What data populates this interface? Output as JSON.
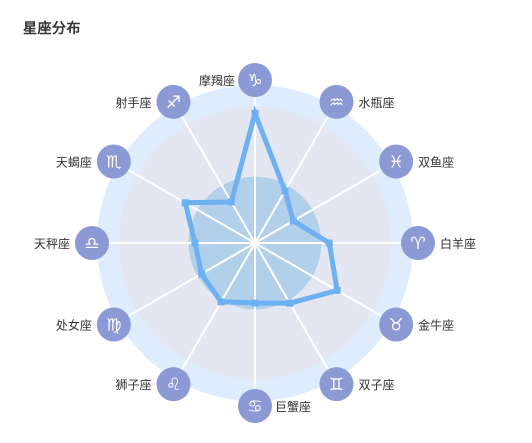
{
  "page": {
    "title": "星座分布"
  },
  "colors": {
    "outer_ring": "#deecfb",
    "inner_ring": "#e4e6f1",
    "core_disc": "#b2d0e9",
    "spokes": "#ffffff",
    "series_line": "#6eb1f3",
    "icon_circle": "#8b99d4",
    "label_text": "#333333"
  },
  "chart_data": {
    "type": "radar",
    "title": "星座分布",
    "categories": [
      {
        "label": "摩羯座",
        "glyph": "♑",
        "icon": "capricorn-icon"
      },
      {
        "label": "水瓶座",
        "glyph": "♒",
        "icon": "aquarius-icon"
      },
      {
        "label": "双鱼座",
        "glyph": "♓",
        "icon": "pisces-icon"
      },
      {
        "label": "白羊座",
        "glyph": "♈",
        "icon": "aries-icon"
      },
      {
        "label": "金牛座",
        "glyph": "♉",
        "icon": "taurus-icon"
      },
      {
        "label": "双子座",
        "glyph": "♊",
        "icon": "gemini-icon"
      },
      {
        "label": "巨蟹座",
        "glyph": "♋",
        "icon": "cancer-icon"
      },
      {
        "label": "狮子座",
        "glyph": "♌",
        "icon": "leo-icon"
      },
      {
        "label": "处女座",
        "glyph": "♍",
        "icon": "virgo-icon"
      },
      {
        "label": "天秤座",
        "glyph": "♎",
        "icon": "libra-icon"
      },
      {
        "label": "天蝎座",
        "glyph": "♏",
        "icon": "scorpio-icon"
      },
      {
        "label": "射手座",
        "glyph": "♐",
        "icon": "sagittarius-icon"
      }
    ],
    "series": [
      {
        "values": [
          0.82,
          0.38,
          0.28,
          0.47,
          0.6,
          0.44,
          0.38,
          0.43,
          0.39,
          0.38,
          0.51,
          0.3
        ]
      }
    ],
    "rmax": 1,
    "grid_rings": [
      0.42,
      0.86,
      1.0
    ],
    "legend": "none"
  }
}
